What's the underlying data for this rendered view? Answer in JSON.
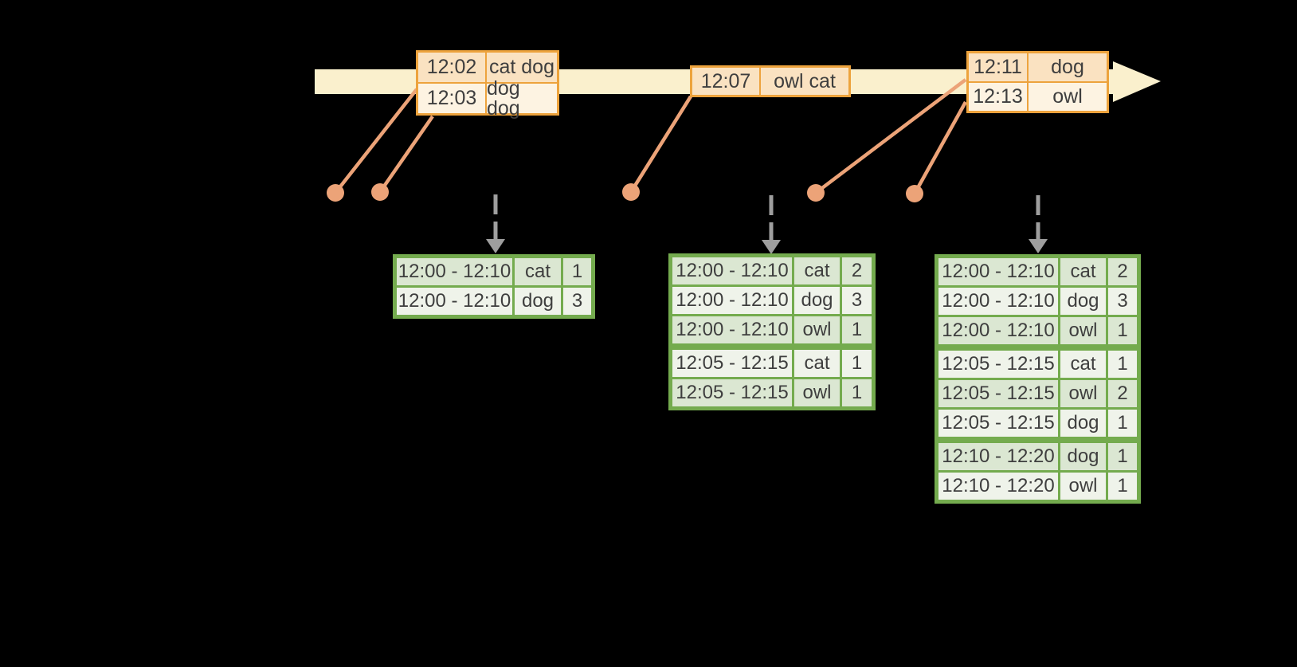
{
  "diagram_title": "windowed-grouped-aggregation-timeline",
  "colors": {
    "background": "#000000",
    "timeline_band": "#FAF0CD",
    "event_border": "#EDA33D",
    "event_row_dark": "#FAE2C1",
    "event_row_light": "#FDF3E2",
    "connector": "#ECA378",
    "trigger_arrow": "#9E9E9E",
    "result_border": "#74AB4E",
    "result_row_dark": "#DBE7D2",
    "result_row_light": "#EFF3EA",
    "text": "#3E3E3E"
  },
  "timeline": {
    "event_dot_count": 5,
    "event_tables": [
      {
        "rows": [
          {
            "time": "12:02",
            "words": "cat dog"
          },
          {
            "time": "12:03",
            "words": "dog dog"
          }
        ]
      },
      {
        "rows": [
          {
            "time": "12:07",
            "words": "owl cat"
          }
        ]
      },
      {
        "rows": [
          {
            "time": "12:11",
            "words": "dog"
          },
          {
            "time": "12:13",
            "words": "owl"
          }
        ]
      }
    ]
  },
  "result_tables": [
    {
      "rows": [
        {
          "window": "12:00 - 12:10",
          "word": "cat",
          "count": "1",
          "group": 0
        },
        {
          "window": "12:00 - 12:10",
          "word": "dog",
          "count": "3",
          "group": 0
        }
      ]
    },
    {
      "rows": [
        {
          "window": "12:00 - 12:10",
          "word": "cat",
          "count": "2",
          "group": 0
        },
        {
          "window": "12:00 - 12:10",
          "word": "dog",
          "count": "3",
          "group": 0
        },
        {
          "window": "12:00 - 12:10",
          "word": "owl",
          "count": "1",
          "group": 0
        },
        {
          "window": "12:05 - 12:15",
          "word": "cat",
          "count": "1",
          "group": 1
        },
        {
          "window": "12:05 - 12:15",
          "word": "owl",
          "count": "1",
          "group": 1
        }
      ]
    },
    {
      "rows": [
        {
          "window": "12:00 - 12:10",
          "word": "cat",
          "count": "2",
          "group": 0
        },
        {
          "window": "12:00 - 12:10",
          "word": "dog",
          "count": "3",
          "group": 0
        },
        {
          "window": "12:00 - 12:10",
          "word": "owl",
          "count": "1",
          "group": 0
        },
        {
          "window": "12:05 - 12:15",
          "word": "cat",
          "count": "1",
          "group": 1
        },
        {
          "window": "12:05 - 12:15",
          "word": "owl",
          "count": "2",
          "group": 1
        },
        {
          "window": "12:05 - 12:15",
          "word": "dog",
          "count": "1",
          "group": 1
        },
        {
          "window": "12:10 - 12:20",
          "word": "dog",
          "count": "1",
          "group": 2
        },
        {
          "window": "12:10 - 12:20",
          "word": "owl",
          "count": "1",
          "group": 2
        }
      ]
    }
  ]
}
